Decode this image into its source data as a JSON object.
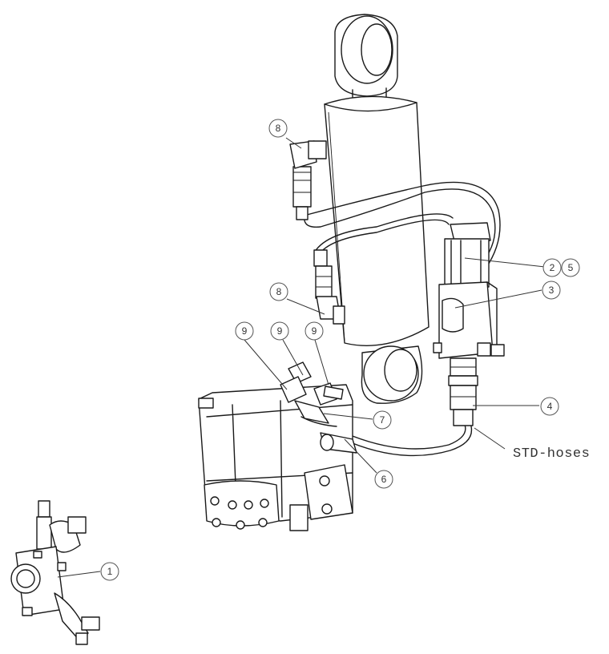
{
  "callouts": {
    "c8_top": "8",
    "c2": "2",
    "c5": "5",
    "c3": "3",
    "c8_mid": "8",
    "c9_a": "9",
    "c9_b": "9",
    "c9_c": "9",
    "c7": "7",
    "c4": "4",
    "c6": "6",
    "c1": "1"
  },
  "labels": {
    "std_hoses": "STD-hoses"
  }
}
